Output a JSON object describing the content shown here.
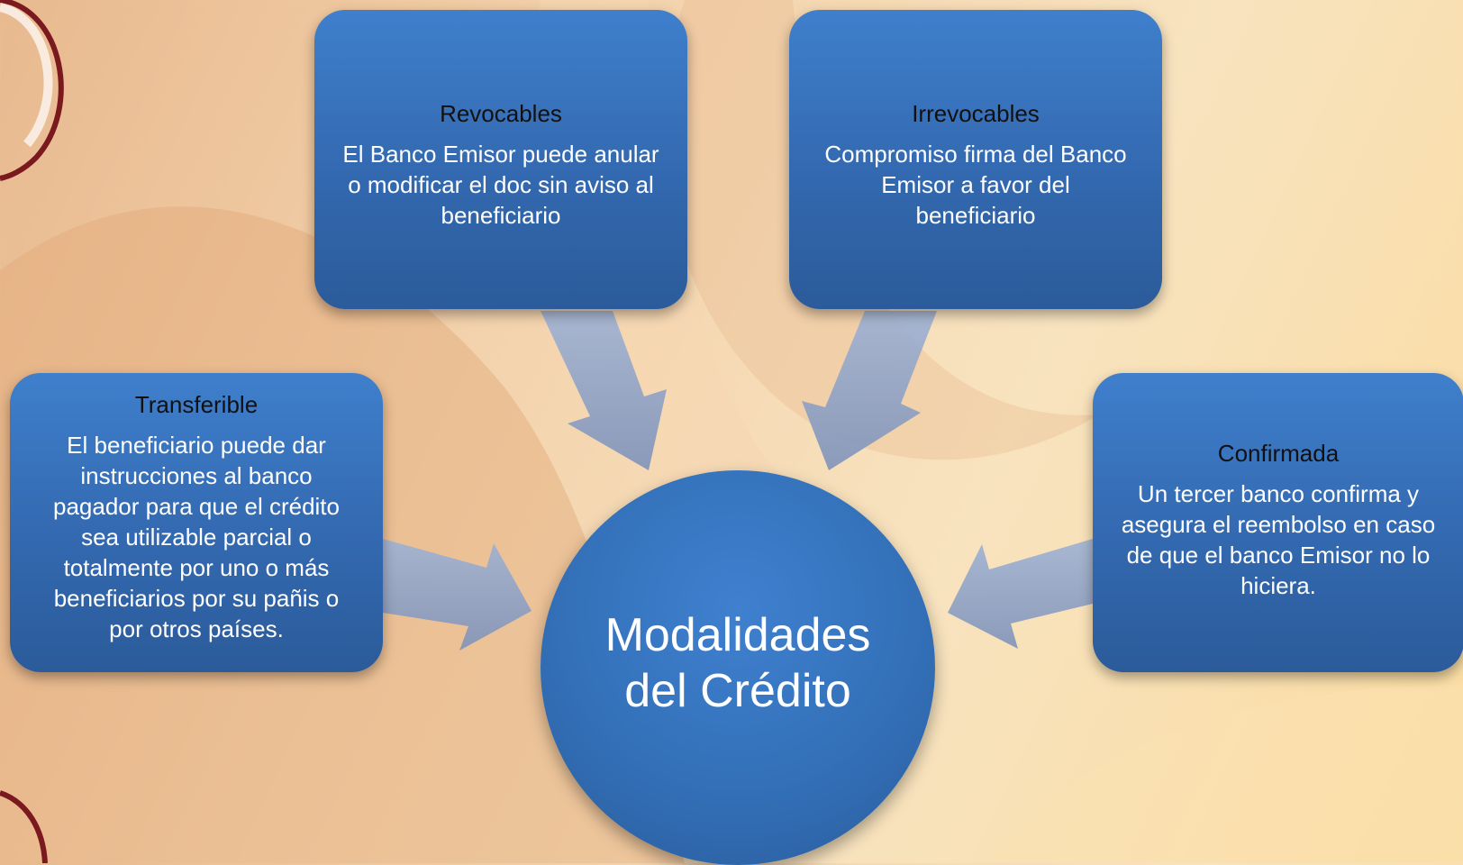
{
  "colors": {
    "box_fill": "#3a75c0",
    "title_text": "#111111",
    "body_text": "#ffffff",
    "arrow": "#8ea3c8",
    "background": "#f6dcb4"
  },
  "center": {
    "line1": "Modalidades",
    "line2": "del Crédito"
  },
  "boxes": {
    "revocables": {
      "title": "Revocables",
      "line1": "El Banco Emisor puede anular",
      "line2": "o modificar el doc sin aviso al",
      "line3": "beneficiario"
    },
    "irrevocables": {
      "title": "Irrevocables",
      "line1": "Compromiso firma del Banco",
      "line2": "Emisor a favor del",
      "line3": "beneficiario"
    },
    "transferible": {
      "title": "Transferible",
      "line1": "El beneficiario puede dar",
      "line2": "instrucciones al banco",
      "line3": "pagador para que el crédito",
      "line4": "sea utilizable parcial o",
      "line5": "totalmente por uno o más",
      "line6": "beneficiarios por su pañis o",
      "line7": "por otros países."
    },
    "confirmada": {
      "title": "Confirmada",
      "line1": "Un tercer banco confirma y",
      "line2": "asegura el reembolso en caso",
      "line3": "de que el banco Emisor no lo",
      "line4": "hiciera."
    }
  }
}
